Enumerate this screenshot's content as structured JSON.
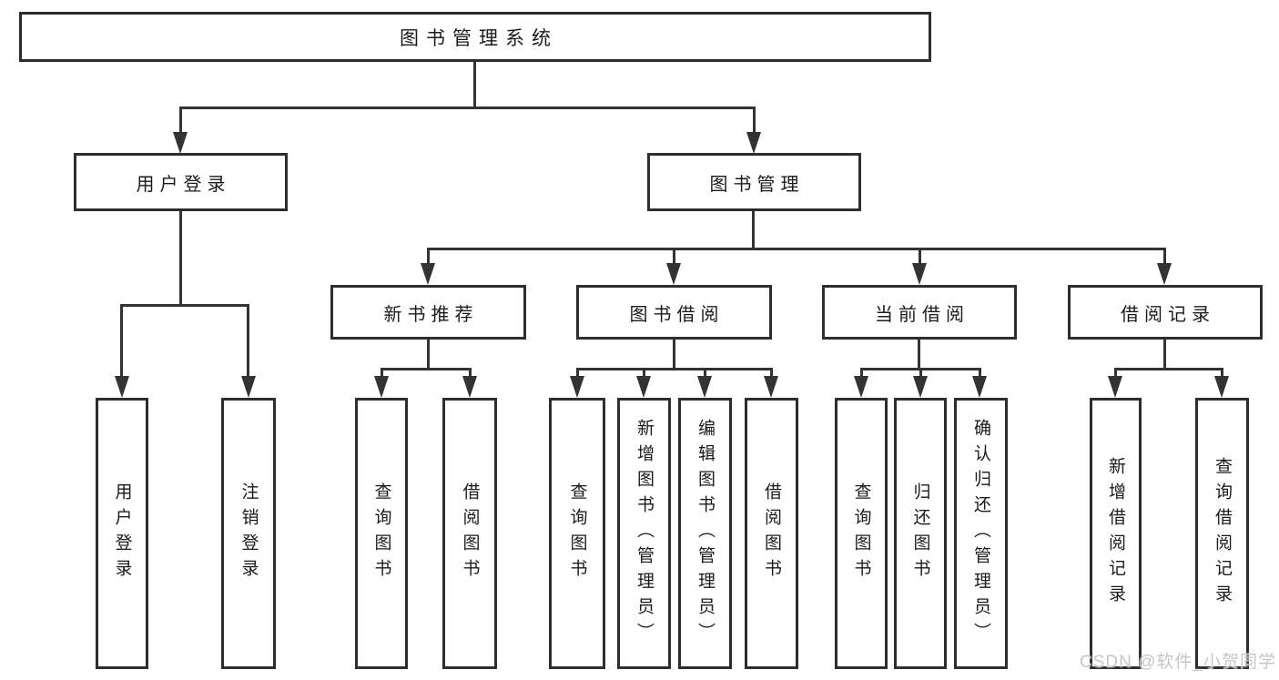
{
  "diagram": {
    "nodes": {
      "root": "图书管理系统",
      "l2_user_login": "用户登录",
      "l2_book_mgmt": "图书管理",
      "l3_new_books": "新书推荐",
      "l3_book_borrow": "图书借阅",
      "l3_current_borrow": "当前借阅",
      "l3_borrow_records": "借阅记录",
      "leaf_user_login": "用户登录",
      "leaf_logout": "注销登录",
      "leaf_nb_query": "查询图书",
      "leaf_nb_borrow": "借阅图书",
      "leaf_bb_query": "查询图书",
      "leaf_bb_add": "新增图书（管理员）",
      "leaf_bb_edit": "编辑图书（管理员）",
      "leaf_bb_borrow": "借阅图书",
      "leaf_cb_query": "查询图书",
      "leaf_cb_return": "归还图书",
      "leaf_cb_confirm": "确认归还（管理员）",
      "leaf_br_add": "新增借阅记录",
      "leaf_br_query": "查询借阅记录"
    },
    "colors": {
      "line": "#333333",
      "box_border": "#2e2e2e",
      "text": "#1b1b1b",
      "watermark": "#c6c6c6",
      "background": "#ffffff"
    },
    "watermark": "CSDN @软件_小贺同学"
  }
}
